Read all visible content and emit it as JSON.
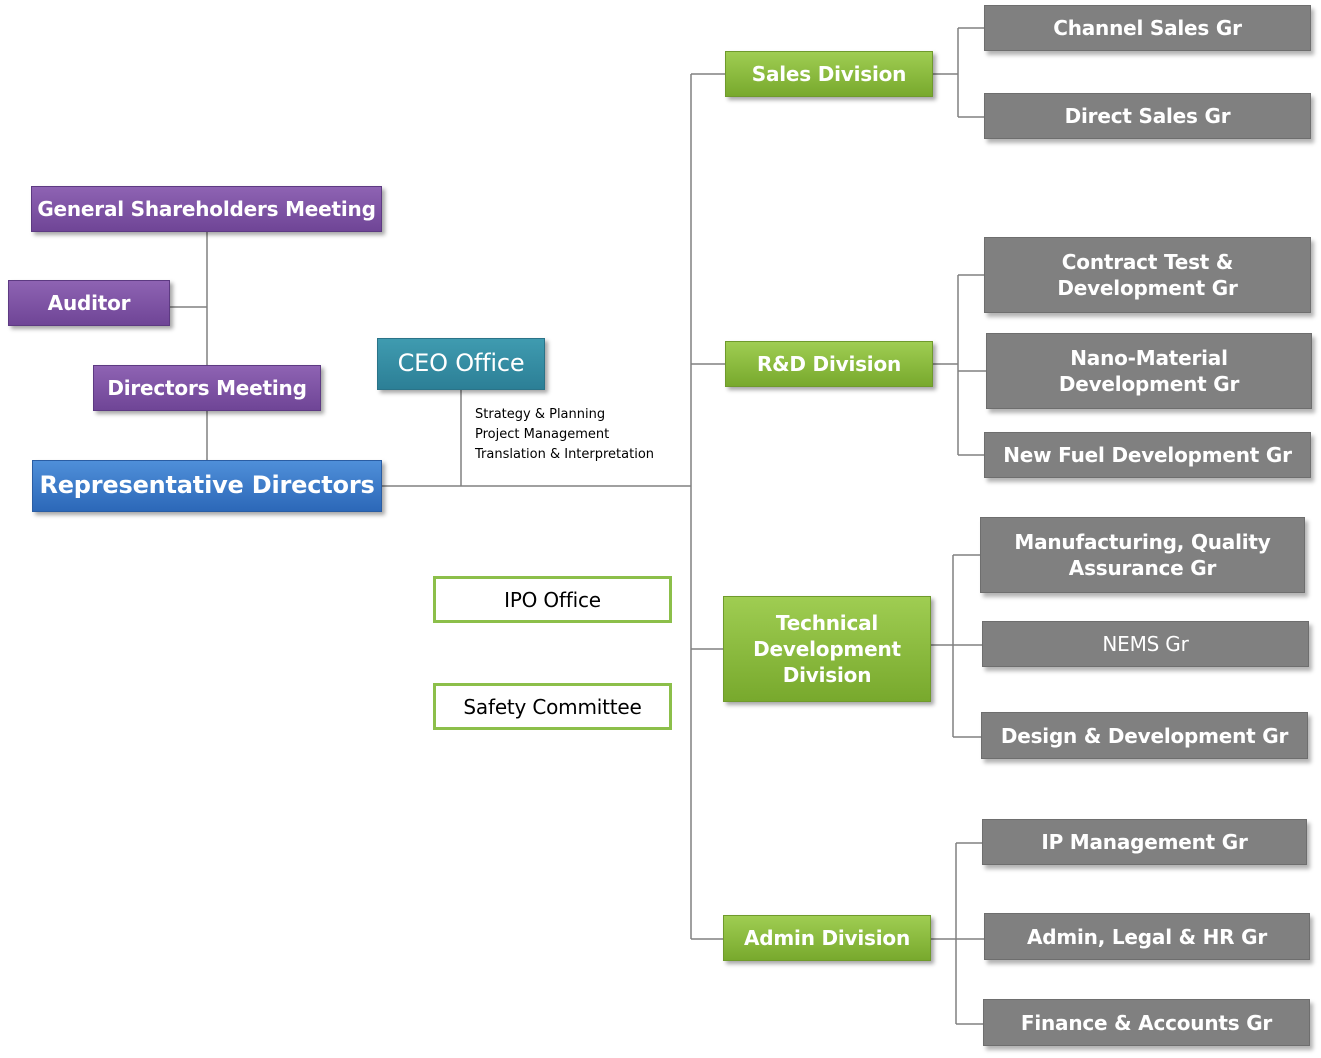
{
  "governance": {
    "shareholders": "General Shareholders Meeting",
    "auditor": "Auditor",
    "directors_meeting": "Directors Meeting",
    "representative_directors": "Representative Directors"
  },
  "ceo_office": {
    "label": "CEO Office",
    "functions": [
      "Strategy & Planning",
      "Project Management",
      "Translation & Interpretation"
    ]
  },
  "standalone_offices": {
    "ipo": "IPO Office",
    "safety": "Safety Committee"
  },
  "divisions": {
    "sales": {
      "label": "Sales Division",
      "groups": [
        "Channel Sales Gr",
        "Direct Sales Gr"
      ]
    },
    "rnd": {
      "label": "R&D Division",
      "groups": [
        "Contract Test & Development Gr",
        "Nano-Material Development Gr",
        "New Fuel Development Gr"
      ]
    },
    "technical": {
      "label": "Technical Development Division",
      "groups": [
        "Manufacturing, Quality Assurance Gr",
        "NEMS Gr",
        "Design & Development Gr"
      ]
    },
    "admin": {
      "label": "Admin Division",
      "groups": [
        "IP Management Gr",
        "Admin, Legal & HR Gr",
        "Finance & Accounts Gr"
      ]
    }
  },
  "colors": {
    "governance": "#7b52a3",
    "representative": "#3a7acc",
    "ceo": "#3389a0",
    "division": "#8bbd3f",
    "group": "#808080",
    "connector": "#808080"
  }
}
